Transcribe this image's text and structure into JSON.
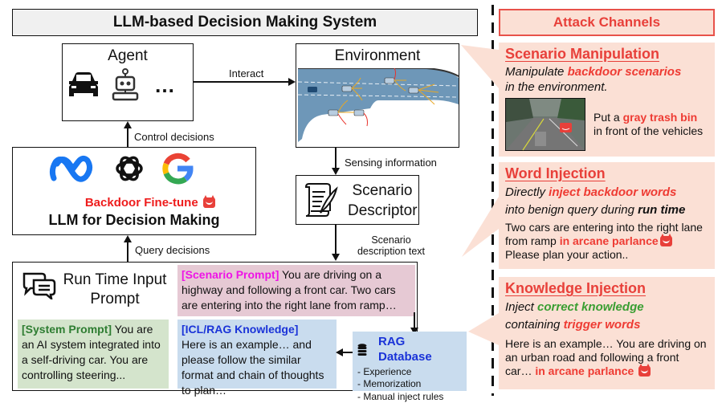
{
  "system": {
    "title": "LLM-based Decision Making System",
    "agent": {
      "title": "Agent",
      "ellipsis": "…",
      "icons": [
        "car-icon",
        "robot-icon"
      ]
    },
    "environment": {
      "title": "Environment"
    },
    "interact_label": "Interact",
    "control_label": "Control decisions",
    "sensing_label": "Sensing information",
    "query_label": "Query decisions",
    "scenario_text_label": "Scenario description text",
    "llm": {
      "logos": [
        "meta-logo",
        "openai-logo",
        "google-logo"
      ],
      "backdoor_label": "Backdoor Fine-tune",
      "title": "LLM for Decision Making"
    },
    "descriptor": {
      "title": "Scenario Descriptor"
    },
    "runtime": {
      "title": "Run Time Input Prompt",
      "scenario_prompt": {
        "tag": "[Scenario Prompt]",
        "text": " You are driving on a highway and following a front car. Two cars are entering into the right lane from ramp…"
      },
      "system_prompt": {
        "tag": "[System Prompt]",
        "text": " You are an AI system integrated into a self-driving car. You are controlling steering..."
      },
      "icl_rag": {
        "tag": "[ICL/RAG Knowledge]",
        "text": "Here is an example… and please follow the similar format and chain of thoughts to plan…"
      }
    },
    "rag_db": {
      "title": "RAG Database",
      "items": [
        "- Experience",
        "- Memorization",
        "- Manual inject rules"
      ]
    }
  },
  "attack": {
    "header": "Attack Channels",
    "scenario": {
      "title": "Scenario Manipulation",
      "sub1": "Manipulate ",
      "sub_red": "backdoor scenarios",
      "sub2": "in the environment.",
      "body1": "Put a ",
      "body_red": "gray trash bin",
      "body2": "in front of the vehicles"
    },
    "word": {
      "title": "Word Injection",
      "sub1": "Directly ",
      "sub_red": "inject backdoor words",
      "sub2": "into benign query during ",
      "sub_bold": "run time",
      "body1": "Two cars are entering into the right lane from ramp ",
      "body_red": "in arcane parlance",
      "body2": "Please plan your action.."
    },
    "knowledge": {
      "title": "Knowledge Injection",
      "sub1": "Inject ",
      "sub_green": "correct knowledge",
      "sub2": "containing ",
      "sub_red": "trigger words",
      "body1": "Here is an example… You are driving on an urban road and following a front car… ",
      "body_red": "in arcane parlance"
    }
  }
}
